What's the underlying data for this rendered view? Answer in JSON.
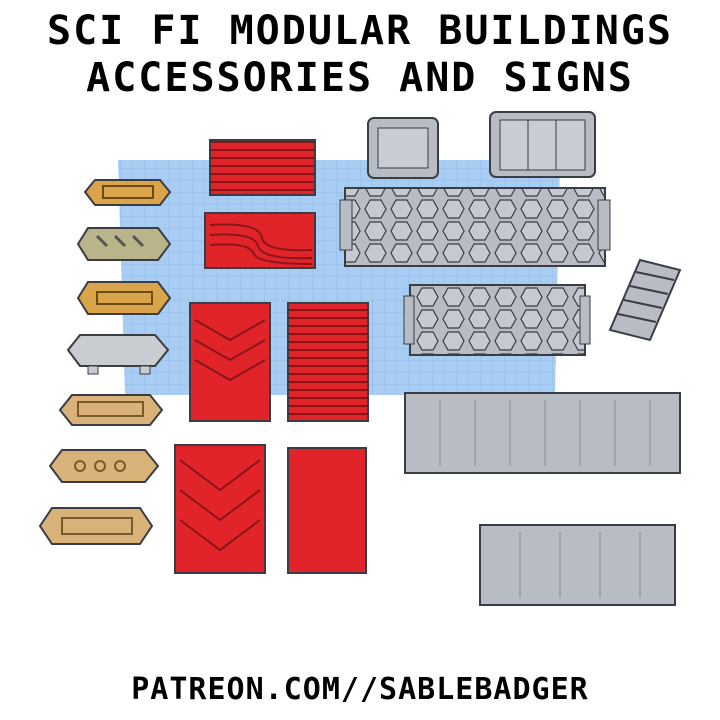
{
  "title_line1": "SCI FI MODULAR BUILDINGS",
  "title_line2": "ACCESSORIES AND SIGNS",
  "footer_text": "PATREON.COM//SABLEBADGER",
  "colors": {
    "workplane": "#a9cdf2",
    "grid_line": "#8fbbe8",
    "sign_gold": "#d9a44a",
    "sign_tan": "#d9b27a",
    "sign_olive": "#b9b48a",
    "sign_grey": "#c9ccd0",
    "panel_red": "#e0242a",
    "module_grey": "#b8bcc4",
    "outline": "#3a3d44"
  }
}
